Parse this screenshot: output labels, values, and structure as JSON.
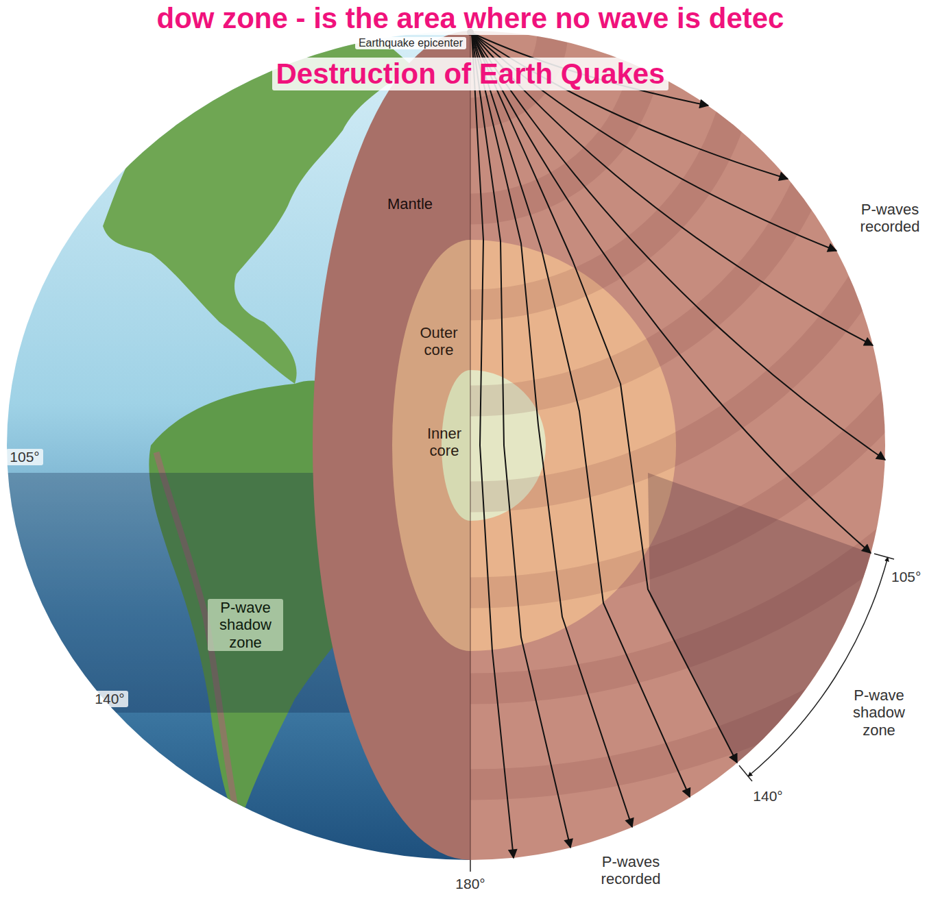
{
  "diagram": {
    "title": "Destruction of Earth Quakes",
    "labels": [
      "dow zone - is the area where no wave is detec",
      "Earthquake epicenter",
      "Mantle",
      "P-waves recorded",
      "Outer core",
      "Inner core",
      "105°",
      "105°",
      "P-wave shadow zone",
      "140°",
      "P-wave shadow zone",
      "140°",
      "P-waves recorded",
      "180°"
    ]
  }
}
